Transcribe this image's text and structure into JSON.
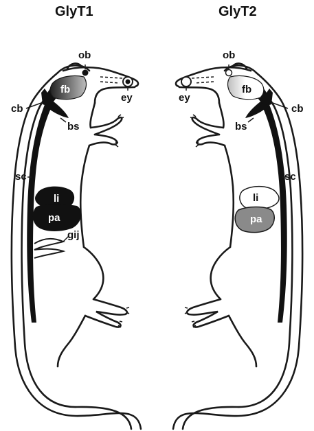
{
  "panels": {
    "left": {
      "title": "GlyT1",
      "labels": {
        "ob": "ob",
        "fb": "fb",
        "ey": "ey",
        "cb": "cb",
        "bs": "bs",
        "sc": "sc",
        "li": "li",
        "pa": "pa",
        "gij": "gij"
      }
    },
    "right": {
      "title": "GlyT2",
      "labels": {
        "ob": "ob",
        "fb": "fb",
        "ey": "ey",
        "cb": "cb",
        "bs": "bs",
        "sc": "sc",
        "li": "li",
        "pa": "pa"
      }
    }
  },
  "colors": {
    "outline": "#1a1a1a",
    "high_expression": "#111111",
    "medium_expression": "#8a8a8a",
    "no_expression": "#ffffff"
  }
}
